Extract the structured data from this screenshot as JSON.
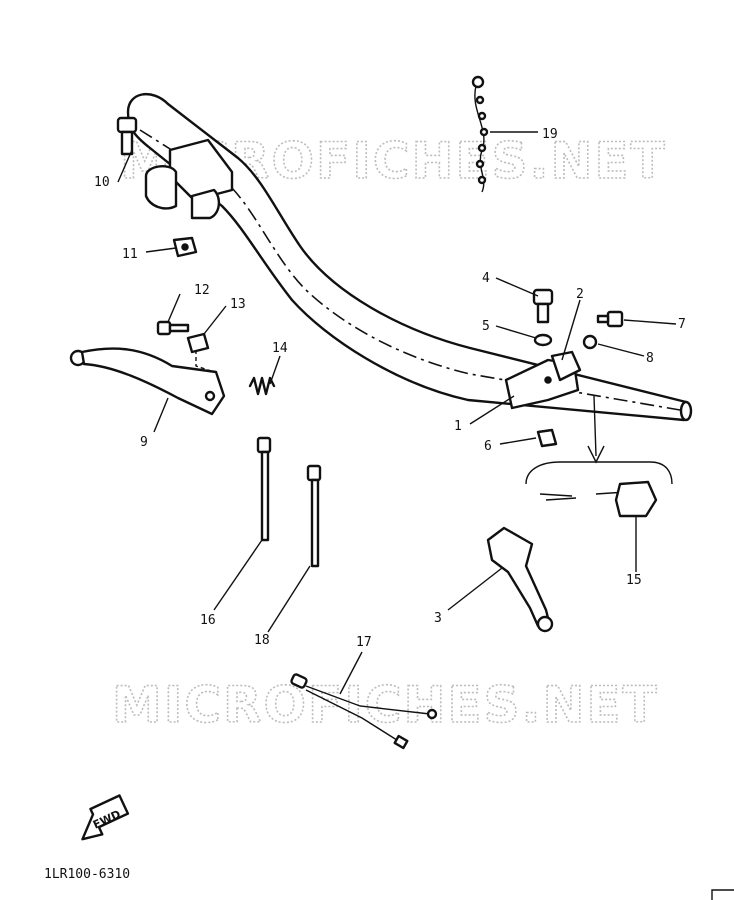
{
  "watermark": "MICROFICHES.NET",
  "figure_code": "1LR100-6310",
  "fwd_label": "FWD",
  "callouts": [
    "1",
    "2",
    "3",
    "4",
    "5",
    "6",
    "7",
    "8",
    "9",
    "10",
    "11",
    "12",
    "13",
    "14",
    "15",
    "16",
    "17",
    "18",
    "19"
  ]
}
